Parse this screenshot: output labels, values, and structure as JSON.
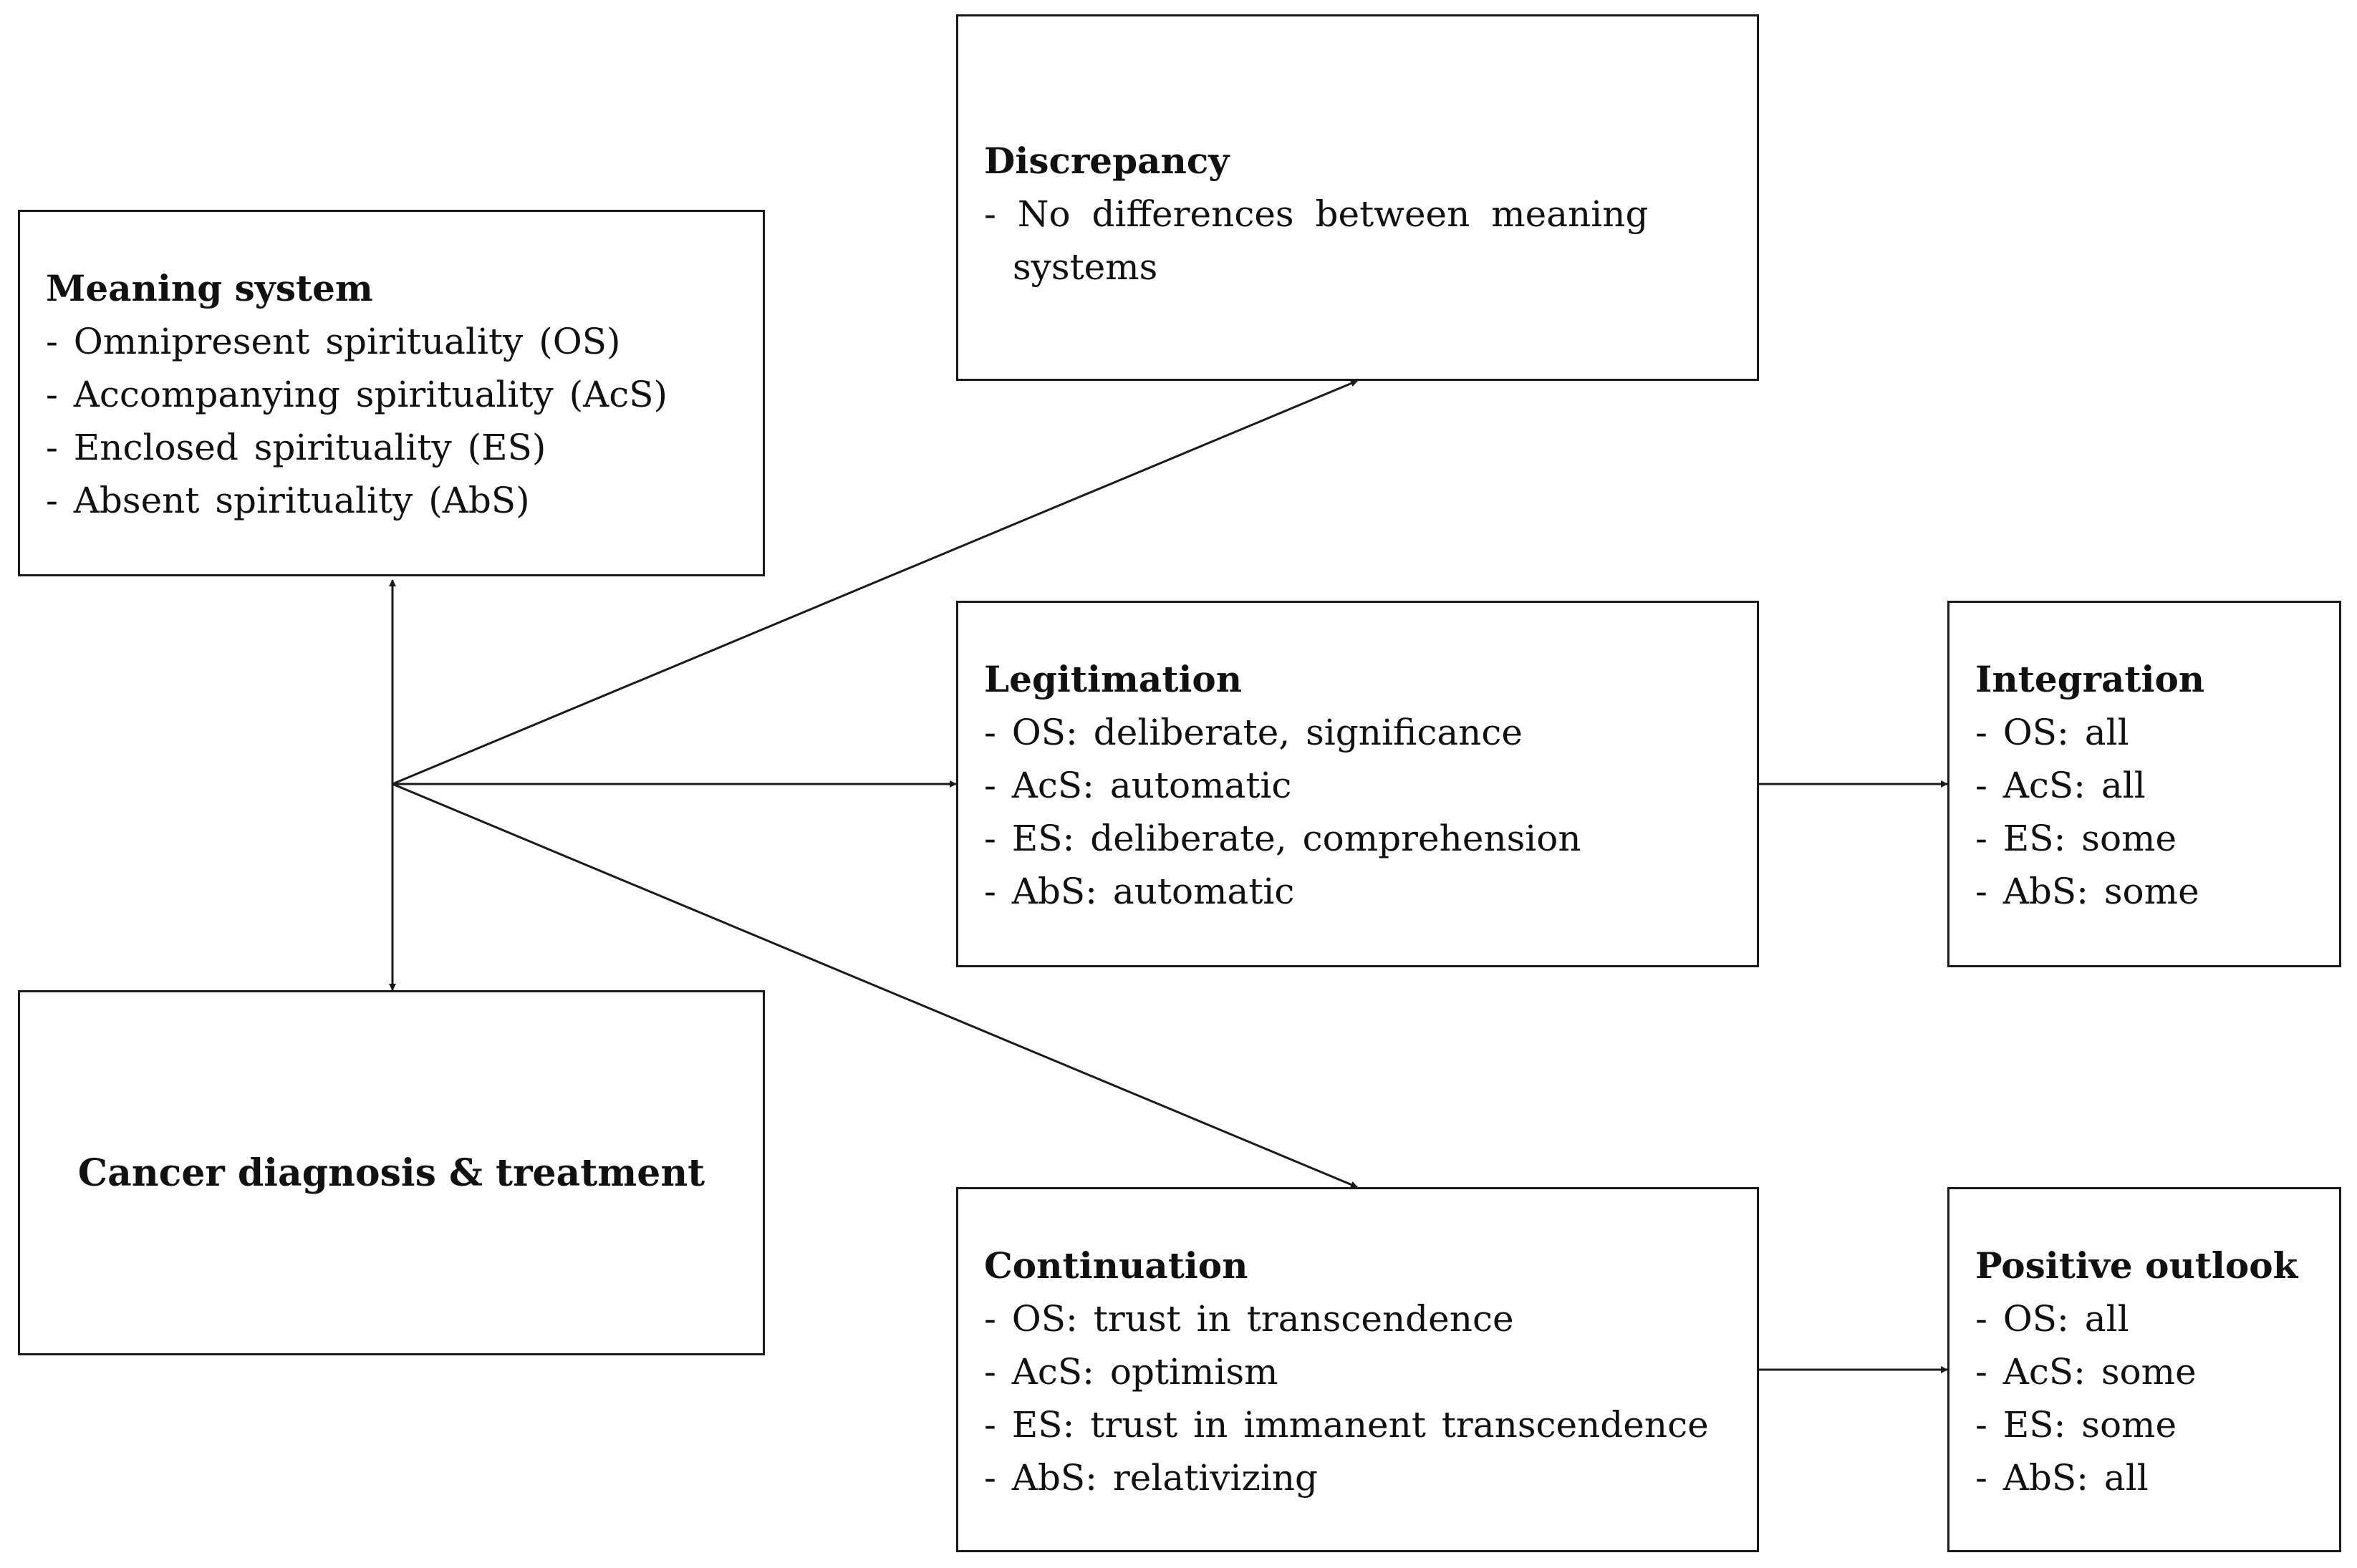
{
  "meaning_system": {
    "title": "Meaning system",
    "items": [
      "- Omnipresent spirituality (OS)",
      "- Accompanying spirituality (AcS)",
      "- Enclosed spirituality (ES)",
      "- Absent spirituality (AbS)"
    ]
  },
  "cancer": {
    "title": "Cancer diagnosis & treatment"
  },
  "discrepancy": {
    "title": "Discrepancy",
    "items": [
      "- No differences between meaning systems"
    ]
  },
  "legitimation": {
    "title": "Legitimation",
    "items": [
      "- OS: deliberate, significance",
      "- AcS: automatic",
      "- ES: deliberate, comprehension",
      "- AbS: automatic"
    ]
  },
  "continuation": {
    "title": "Continuation",
    "items": [
      "- OS: trust in transcendence",
      "- AcS: optimism",
      "- ES: trust in immanent transcendence",
      "- AbS: relativizing"
    ]
  },
  "integration": {
    "title": "Integration",
    "items": [
      "- OS: all",
      "- AcS: all",
      "- ES: some",
      "- AbS: some"
    ]
  },
  "positive_outlook": {
    "title": "Positive outlook",
    "items": [
      "- OS: all",
      "- AcS: some",
      "- ES: some",
      "- AbS: all"
    ]
  }
}
